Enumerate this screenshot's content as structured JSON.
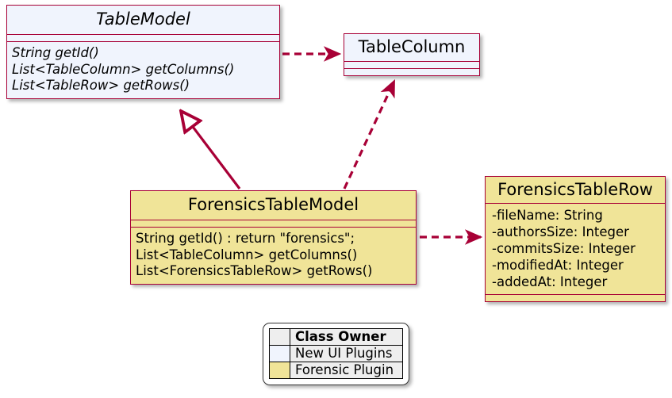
{
  "diagram": {
    "type": "uml-class-diagram",
    "background": "#ffffff",
    "border_color": "#A80036",
    "colors": {
      "new_ui_plugins_fill": "#F0F4FD",
      "forensic_plugin_fill": "#F0E498",
      "legend_cell_fill": "#EEEEEE",
      "line_color": "#A80036"
    }
  },
  "classes": {
    "table_model": {
      "name": "TableModel",
      "stereotype": "abstract",
      "fill": "#F0F4FD",
      "members": [
        "String getId()",
        "List<TableColumn> getColumns()",
        "List<TableRow> getRows()"
      ]
    },
    "table_column": {
      "name": "TableColumn",
      "fill": "#F0F4FD",
      "members": []
    },
    "forensics_table_model": {
      "name": "ForensicsTableModel",
      "fill": "#F0E498",
      "members": [
        "String getId() : return \"forensics\";",
        "List<TableColumn> getColumns()",
        "List<ForensicsTableRow> getRows()"
      ]
    },
    "forensics_table_row": {
      "name": "ForensicsTableRow",
      "fill": "#F0E498",
      "members": [
        "-fileName: String",
        "-authorsSize: Integer",
        "-commitsSize: Integer",
        "-modifiedAt: Integer",
        "-addedAt: Integer"
      ]
    }
  },
  "relations": [
    {
      "id": "rel-tablemodel-tablecolumn",
      "from": "TableModel",
      "to": "TableColumn",
      "kind": "dependency"
    },
    {
      "id": "rel-forensicsmodel-tablemodel",
      "from": "ForensicsTableModel",
      "to": "TableModel",
      "kind": "generalization"
    },
    {
      "id": "rel-forensicsmodel-tablecolumn",
      "from": "ForensicsTableModel",
      "to": "TableColumn",
      "kind": "dependency"
    },
    {
      "id": "rel-forensicsmodel-forensicsrow",
      "from": "ForensicsTableModel",
      "to": "ForensicsTableRow",
      "kind": "dependency"
    }
  ],
  "legend": {
    "header": "Class Owner",
    "rows": [
      {
        "label": "New UI Plugins",
        "color": "#F0F4FD"
      },
      {
        "label": "Forensic Plugin",
        "color": "#F0E498"
      }
    ]
  }
}
